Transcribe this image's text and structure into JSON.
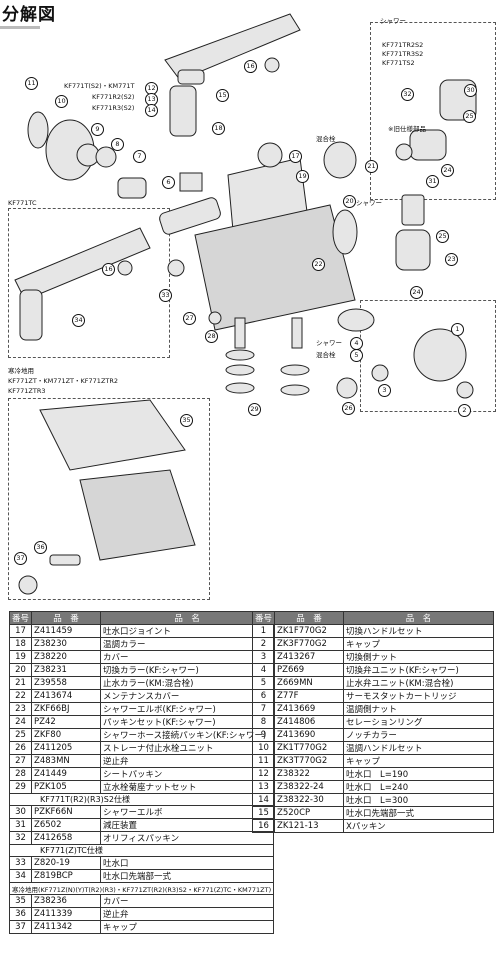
{
  "title": "分解図",
  "diagram": {
    "shower_label": "シャワー",
    "kf771tc_label": "KF771TC",
    "mix_label": "混合栓",
    "shower_right": "シャワー",
    "shower_mid": "シャワー",
    "mix_mid": "混合栓",
    "old_parts": "※旧仕様部品",
    "shower_models": [
      "KF771TR2S2",
      "KF771TR3S2",
      "KF771TS2"
    ],
    "spout_models": [
      "KF771T(S2)・KM771T",
      "KF771R2(S2)",
      "KF771R3(S2)"
    ],
    "cold_label": [
      "寒冷地用",
      "KF771ZT・KM771ZT・KF771ZTR2",
      "KF771ZTR3"
    ],
    "callouts": [
      "1",
      "2",
      "3",
      "4",
      "5",
      "6",
      "7",
      "8",
      "9",
      "10",
      "11",
      "12",
      "13",
      "14",
      "15",
      "16",
      "17",
      "18",
      "19",
      "20",
      "21",
      "22",
      "23",
      "24",
      "25",
      "26",
      "27",
      "28",
      "29",
      "30",
      "31",
      "32",
      "33",
      "34",
      "35",
      "36",
      "37"
    ]
  },
  "table": {
    "headers": [
      "番号",
      "品　番",
      "品　名"
    ],
    "left_rows": [
      {
        "no": "17",
        "pn": "Z411459",
        "name": "吐水口ジョイント"
      },
      {
        "no": "18",
        "pn": "Z38230",
        "name": "温調カラー"
      },
      {
        "no": "19",
        "pn": "Z38220",
        "name": "カバー"
      },
      {
        "no": "20",
        "pn": "Z38231",
        "name": "切換カラー(KF:シャワー)"
      },
      {
        "no": "21",
        "pn": "Z39558",
        "name": "止水カラー(KM:混合栓)"
      },
      {
        "no": "22",
        "pn": "Z413674",
        "name": "メンテナンスカバー"
      },
      {
        "no": "23",
        "pn": "ZKF66BJ",
        "name": "シャワーエルボ(KF:シャワー)"
      },
      {
        "no": "24",
        "pn": "PZ42",
        "name": "パッキンセット(KF:シャワー)"
      },
      {
        "no": "25",
        "pn": "ZKF80",
        "name": "シャワーホース接続パッキン(KF:シャワー)"
      },
      {
        "no": "26",
        "pn": "Z411205",
        "name": "ストレーナ付止水栓ユニット"
      },
      {
        "no": "27",
        "pn": "Z483MN",
        "name": "逆止弁"
      },
      {
        "no": "28",
        "pn": "Z41449",
        "name": "シートパッキン"
      },
      {
        "no": "29",
        "pn": "PZK105",
        "name": "立水栓菊座ナットセット"
      }
    ],
    "section_a": "KF771T(R2)(R3)S2仕様",
    "rows_a": [
      {
        "no": "30",
        "pn": "PZKF66N",
        "name": "シャワーエルボ"
      },
      {
        "no": "31",
        "pn": "Z6502",
        "name": "減圧装置"
      },
      {
        "no": "32",
        "pn": "Z412658",
        "name": "オリフィスパッキン"
      }
    ],
    "section_b": "KF771(Z)TC仕様",
    "rows_b": [
      {
        "no": "33",
        "pn": "Z820-19",
        "name": "吐水口"
      },
      {
        "no": "34",
        "pn": "Z819BCP",
        "name": "吐水口先端部一式"
      }
    ],
    "section_c": "寒冷地用(KF771Z(N)(Y)T(R2)(R3)・KF771ZT(R2)(R3)S2・KF771(Z)TC・KM771ZT)",
    "rows_c": [
      {
        "no": "35",
        "pn": "Z38236",
        "name": "カバー"
      },
      {
        "no": "36",
        "pn": "Z411339",
        "name": "逆止弁"
      },
      {
        "no": "37",
        "pn": "Z411342",
        "name": "キャップ"
      }
    ],
    "right_rows": [
      {
        "no": "1",
        "pn": "ZK1F770G2",
        "name": "切換ハンドルセット"
      },
      {
        "no": "2",
        "pn": "ZK3F770G2",
        "name": "キャップ"
      },
      {
        "no": "3",
        "pn": "Z413267",
        "name": "切換側ナット"
      },
      {
        "no": "4",
        "pn": "PZ669",
        "name": "切換弁ユニット(KF:シャワー)"
      },
      {
        "no": "5",
        "pn": "Z669MN",
        "name": "止水弁ユニット(KM:混合栓)"
      },
      {
        "no": "6",
        "pn": "Z77F",
        "name": "サーモスタットカートリッジ"
      },
      {
        "no": "7",
        "pn": "Z413669",
        "name": "温調側ナット"
      },
      {
        "no": "8",
        "pn": "Z414806",
        "name": "セレーションリング"
      },
      {
        "no": "9",
        "pn": "Z413690",
        "name": "ノッチカラー"
      },
      {
        "no": "10",
        "pn": "ZK1T770G2",
        "name": "温調ハンドルセット"
      },
      {
        "no": "11",
        "pn": "ZK3T770G2",
        "name": "キャップ"
      },
      {
        "no": "12",
        "pn": "Z38322",
        "name": "吐水口　L=190"
      },
      {
        "no": "13",
        "pn": "Z38322-24",
        "name": "吐水口　L=240"
      },
      {
        "no": "14",
        "pn": "Z38322-30",
        "name": "吐水口　L=300"
      },
      {
        "no": "15",
        "pn": "Z520CP",
        "name": "吐水口先端部一式"
      },
      {
        "no": "16",
        "pn": "ZK121-13",
        "name": "Xパッキン"
      }
    ]
  }
}
